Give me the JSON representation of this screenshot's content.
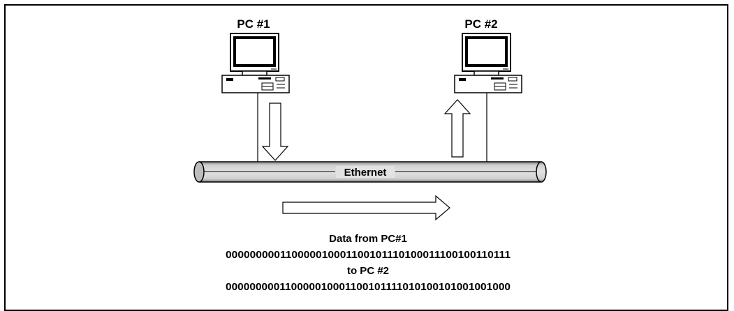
{
  "nodes": {
    "pc1": {
      "label": "PC #1"
    },
    "pc2": {
      "label": "PC #2"
    }
  },
  "network": {
    "label": "Ethernet"
  },
  "data_caption": {
    "line1": "Data from PC#1",
    "line2": "000000000110000010001100101110100011100100110111",
    "line3": "to PC #2",
    "line4": "000000000110000010001100101111010100101001001000"
  }
}
